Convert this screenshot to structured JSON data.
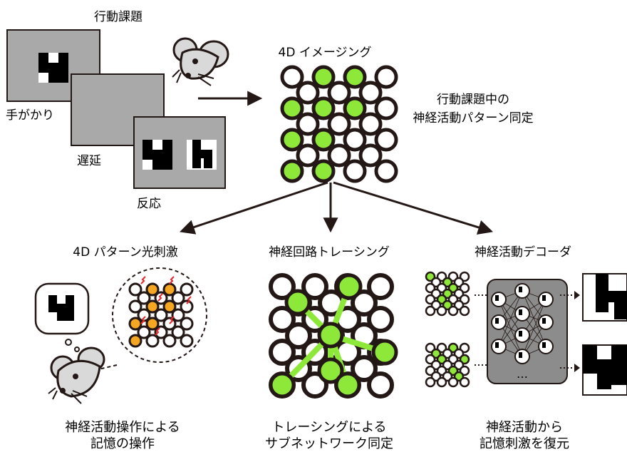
{
  "task": {
    "title": "行動課題",
    "cue": "手がかり",
    "delay": "遅延",
    "response": "反応",
    "correct_symbol": "○",
    "wrong_symbol": "×"
  },
  "imaging": {
    "title": "4D イメージング",
    "note_line1": "行動課題中の",
    "note_line2": "神経活動パターン同定"
  },
  "stim": {
    "title": "4D パターン光刺激",
    "caption_line1": "神経活動操作による",
    "caption_line2": "記憶の操作"
  },
  "tracing": {
    "title": "神経回路トレーシング",
    "caption_line1": "トレーシングによる",
    "caption_line2": "サブネットワーク同定"
  },
  "decoder": {
    "title": "神経活動デコーダ",
    "caption_line1": "神経活動から",
    "caption_line2": "記憶刺激を復元",
    "ellipsis": "…"
  },
  "colors": {
    "active": "#8ee83a",
    "stimulated": "#f5a623",
    "laser": "#e8262a",
    "screen": "#a9a9a9",
    "arrow": "#231815"
  }
}
